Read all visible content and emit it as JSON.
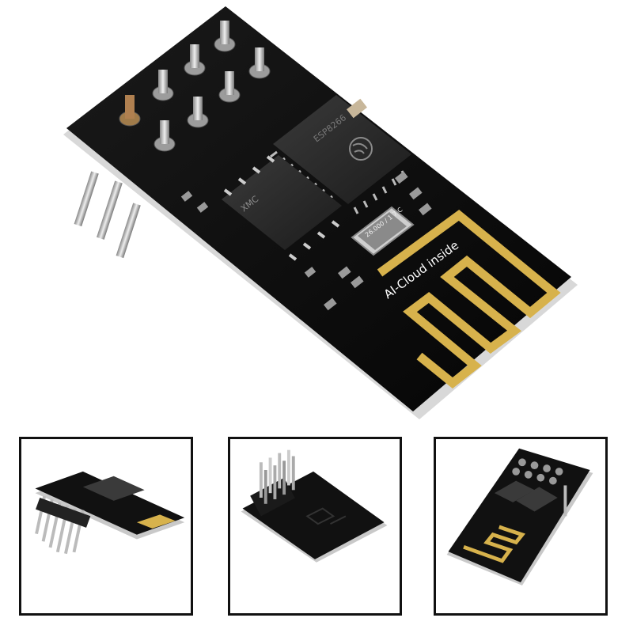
{
  "product": {
    "antenna_label": "AI-Cloud inside",
    "crystal_marking": "26.000 / 1 7 C",
    "flash_marking": "XMC",
    "soc_marking": "ESP8266"
  },
  "thumbnails": [
    {
      "view": "side"
    },
    {
      "view": "back"
    },
    {
      "view": "front"
    }
  ]
}
